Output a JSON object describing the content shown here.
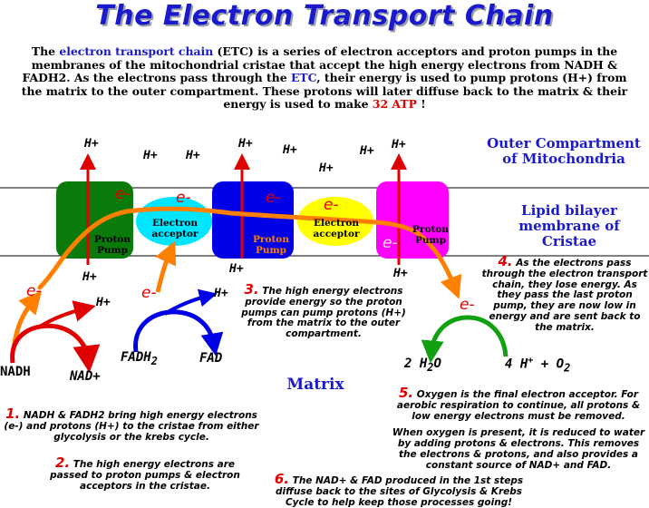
{
  "title": "The Electron Transport Chain",
  "intro": {
    "p1": "The ",
    "etc_term": "electron transport chain",
    "p2": " (ETC) is a series of electron acceptors and proton pumps in the membranes of the mitochondrial cristae that accept the high energy electrons from NADH & FADH2. As the electrons pass through the ",
    "etc_abbr": "ETC",
    "p3": ", their energy is used to pump protons (H+) from the matrix to the outer compartment. These protons will later diffuse back to the matrix & their energy is used to make ",
    "atp": "32 ATP",
    "p4": " !"
  },
  "regions": {
    "outer_line1": "Outer Compartment",
    "outer_line2": "of Mitochondria",
    "membrane_line1": "Lipid bilayer",
    "membrane_line2": "membrane of Cristae",
    "matrix": "Matrix"
  },
  "boxes": {
    "pump1_line1": "Proton",
    "pump1_line2": "Pump",
    "acceptor1_line1": "Electron",
    "acceptor1_line2": "acceptor",
    "pump2_line1": "Proton",
    "pump2_line2": "Pump",
    "acceptor2_line1": "Electron",
    "acceptor2_line2": "acceptor",
    "pump3_line1": "Proton",
    "pump3_line2": "Pump"
  },
  "symbols": {
    "hplus": "H+",
    "electron": "e-"
  },
  "chemicals": {
    "nadh": "NADH",
    "nad": "NAD+",
    "fadh_base": "FADH",
    "fadh_sub": "2",
    "fad": "FAD",
    "water_a": "2 H",
    "water_sub": "2",
    "water_b": "O",
    "protons_a": "4 H",
    "protons_sup": "+",
    "plus": "+",
    "oxygen_a": "O",
    "oxygen_sub": "2"
  },
  "notes": {
    "n1_num": "1.",
    "n1_text": " NADH & FADH2 bring high energy electrons (e-) and protons (H+) to the cristae from either glycolysis or the krebs cycle.",
    "n2_num": "2.",
    "n2_text": " The high energy electrons are passed to proton pumps & electron acceptors in the cristae.",
    "n3_num": "3.",
    "n3_text": " The high energy electrons provide energy so the proton pumps can pump protons (H+) from the matrix to the outer compartment.",
    "n4_num": "4.",
    "n4_text": " As the electrons pass through the electron transport chain, they lose energy. As they pass the last proton pump, they are now low in energy and are sent back to the matrix.",
    "n5_num": "5.",
    "n5_text": " Oxygen is the final electron acceptor. For aerobic respiration to continue, all protons & low energy electrons must be removed.",
    "n5_text2": "When oxygen is present, it is reduced to water by adding protons & electrons. This removes the electrons & protons, and also provides a constant source of NAD+ and FAD.",
    "n6_num": "6.",
    "n6_text": " The NAD+ & FAD produced in the 1st steps diffuse back to the sites of Glycolysis & Krebs Cycle to help keep those processes going!"
  },
  "colors": {
    "title": "#1a1acc",
    "pump1": "#0a7a0a",
    "acceptor": "#00e5ff",
    "pump2": "#0000e6",
    "acceptor2": "#ffff00",
    "pump3": "#ff00ff",
    "electron_path": "#ff8000",
    "proton_arrow": "#e00000",
    "fad_arrow": "#0000e6",
    "water_arrow": "#10a010"
  }
}
